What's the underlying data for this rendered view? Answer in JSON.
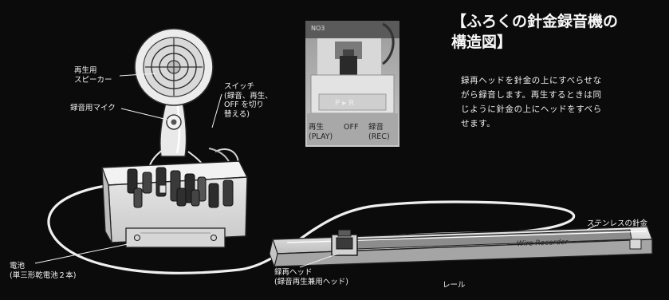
{
  "title": {
    "line1": "【ふろくの針金録音機の",
    "line2": "構造図】"
  },
  "description": [
    "録再ヘッドを針金の上にすべらせな",
    "がら録音します。再生するときは同",
    "じように針金の上にヘッドをすべら",
    "せます。"
  ],
  "labels": {
    "speaker": [
      "再生用",
      "スピーカー"
    ],
    "mic": "録音用マイク",
    "switch": [
      "スイッチ",
      "(録音、再生、",
      "OFF を切り",
      "替える)"
    ],
    "battery": [
      "電池",
      "(単三形乾電池２本)"
    ],
    "head": [
      "録再ヘッド",
      "(録音再生兼用ヘッド)"
    ],
    "rail": "レール",
    "wire": "ステンレスの針金"
  },
  "inset": {
    "play": [
      "再生",
      "(PLAY)"
    ],
    "off": "OFF",
    "rec": [
      "録音",
      "(REC)"
    ],
    "switch_letters": "P ▸ R",
    "top_text": "NO3"
  },
  "device_brand": "Wire Recorder"
}
